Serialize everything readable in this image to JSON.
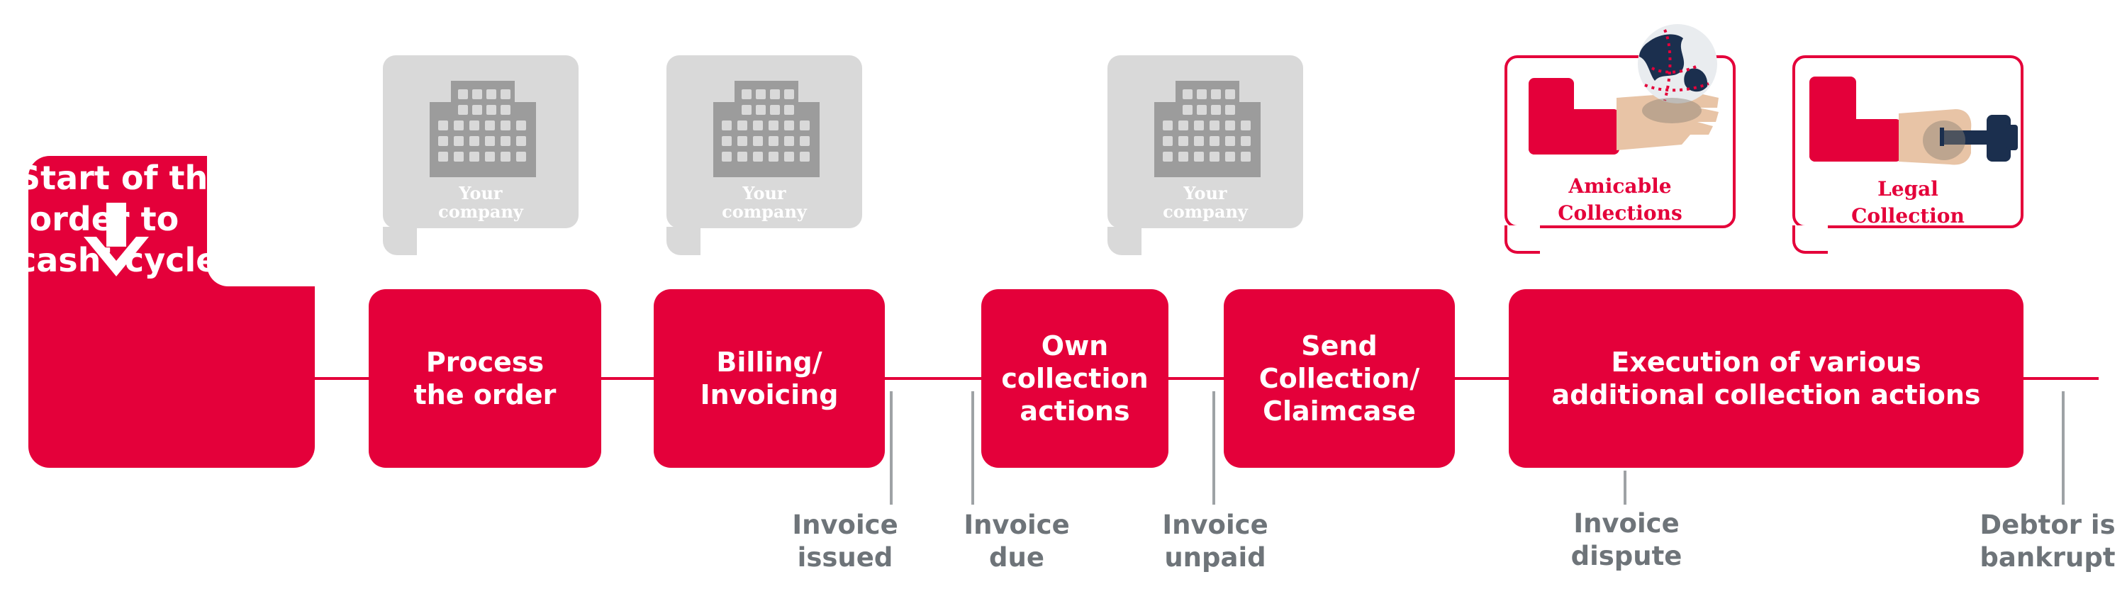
{
  "colors": {
    "brand_red": "#e4003a",
    "line_red": "#e4003a",
    "grey_text": "#6e7479",
    "grey_tick": "#9ea2a5",
    "card_grey": "#d9d9d9",
    "building_grey": "#9c9c9c",
    "navy": "#1b2f4e",
    "skin": "#e8c4a6",
    "white": "#ffffff"
  },
  "start": {
    "icon": "arrow-down-icon",
    "label_lines": [
      "Start of the",
      "‘order to",
      "cash’ cycle"
    ]
  },
  "steps": [
    {
      "lines": [
        "Process",
        "the order"
      ]
    },
    {
      "lines": [
        "Billing/",
        "Invoicing"
      ]
    },
    {
      "lines": [
        "Own",
        "collection",
        "actions"
      ]
    },
    {
      "lines": [
        "Send",
        "Collection/",
        "Claimcase"
      ]
    },
    {
      "lines": [
        "Execution of various",
        "additional collection actions"
      ]
    }
  ],
  "milestones": [
    {
      "lines": [
        "Invoice",
        "issued"
      ]
    },
    {
      "lines": [
        "Invoice",
        "due"
      ]
    },
    {
      "lines": [
        "Invoice",
        "unpaid"
      ]
    },
    {
      "lines": [
        "Invoice",
        "dispute"
      ]
    },
    {
      "lines": [
        "Debtor is",
        "bankrupt"
      ]
    }
  ],
  "company_cards": [
    {
      "icon": "building-icon",
      "lines": [
        "Your",
        "company"
      ]
    },
    {
      "icon": "building-icon",
      "lines": [
        "Your",
        "company"
      ]
    },
    {
      "icon": "building-icon",
      "lines": [
        "Your",
        "company"
      ]
    }
  ],
  "service_cards": [
    {
      "icon": "hand-holding-globe-icon",
      "lines": [
        "Amicable",
        "Collections"
      ]
    },
    {
      "icon": "hand-holding-gavel-icon",
      "lines": [
        "Legal",
        "Collection"
      ]
    }
  ]
}
